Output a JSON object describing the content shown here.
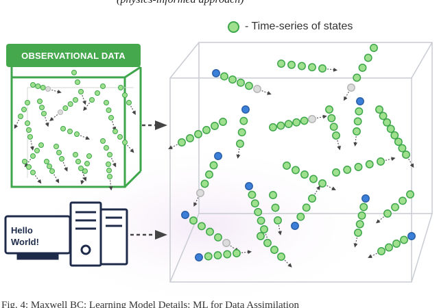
{
  "top_caption": "(physics-informed approach)",
  "legend": {
    "label": "- Time-series of states",
    "colors": {
      "green": "#9fe08e",
      "blue": "#3b7fd9",
      "grey": "#dcdcdc"
    }
  },
  "observational": {
    "label": "OBSERVATIONAL DATA"
  },
  "computer": {
    "screen_line1": "Hello",
    "screen_line2": "World!"
  },
  "bottom_caption": "Fig. 4: Maxwell BC: Learning Model Details: ML for Data Assimilation"
}
